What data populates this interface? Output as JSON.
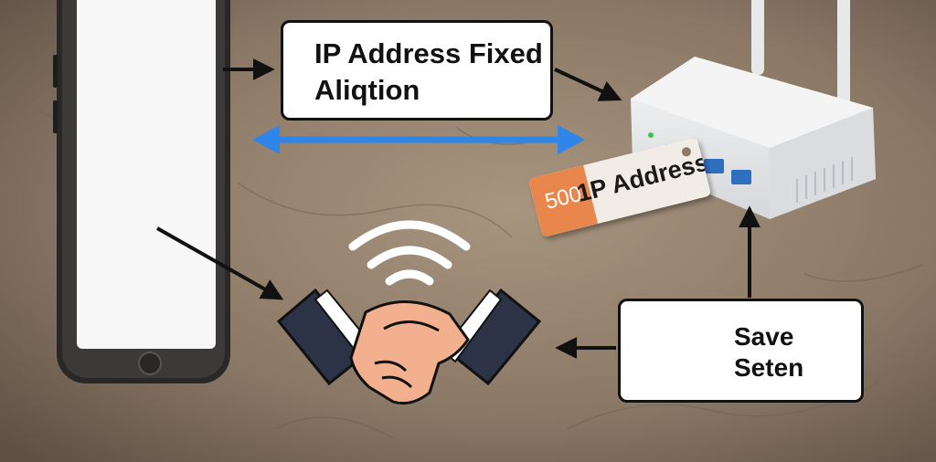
{
  "labels": {
    "ip_line1": "IP Address Fixed",
    "ip_line2": "Aliqtion",
    "save_line1": "Save",
    "save_line2": "Seten",
    "tag_number": "500",
    "tag_text": "1P Address"
  },
  "icons": {
    "phone": "smartphone-icon",
    "router": "router-icon",
    "handshake": "handshake-icon",
    "wifi": "wifi-icon",
    "checkbox": "checkbox-checked-icon"
  },
  "colors": {
    "background": "#8a7866",
    "arrow": "#111111",
    "double_arrow": "#2f86e8",
    "check": "#e23a3a",
    "tag_stripe": "#e8864c",
    "sleeve": "#2c3347",
    "skin": "#f3b08f"
  }
}
